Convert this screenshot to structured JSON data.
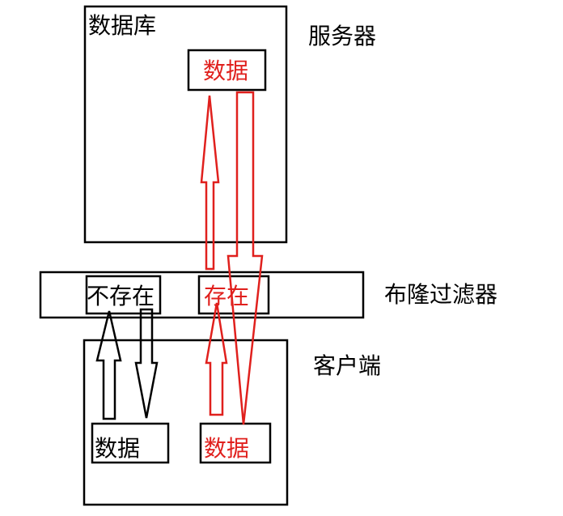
{
  "server": {
    "label": "服务器",
    "database_label": "数据库",
    "data_label": "数据"
  },
  "bloom_filter": {
    "label": "布隆过滤器",
    "not_exist_label": "不存在",
    "exist_label": "存在"
  },
  "client": {
    "label": "客户端",
    "data_black_label": "数据",
    "data_red_label": "数据"
  },
  "colors": {
    "black": "#000000",
    "red": "#e0201d"
  }
}
